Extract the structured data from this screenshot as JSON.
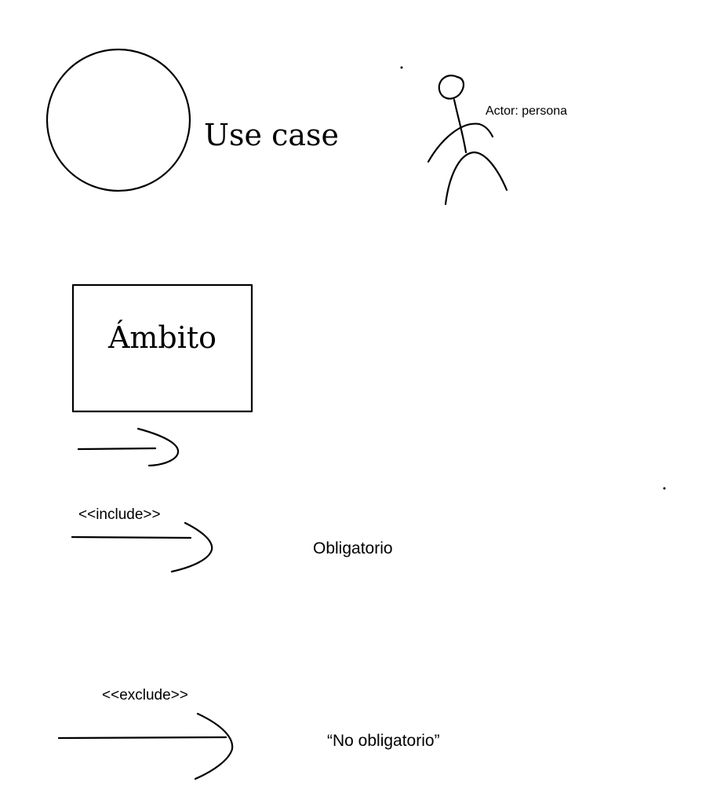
{
  "use_case": {
    "label": "Use case"
  },
  "actor": {
    "label": "Actor: persona"
  },
  "scope": {
    "label": "Ámbito"
  },
  "include_relation": {
    "stereotype": "<<include>>",
    "meaning": "Obligatorio"
  },
  "exclude_relation": {
    "stereotype": "<<exclude>>",
    "meaning": "“No obligatorio”"
  },
  "colors": {
    "ink": "#000000",
    "background": "#ffffff"
  }
}
